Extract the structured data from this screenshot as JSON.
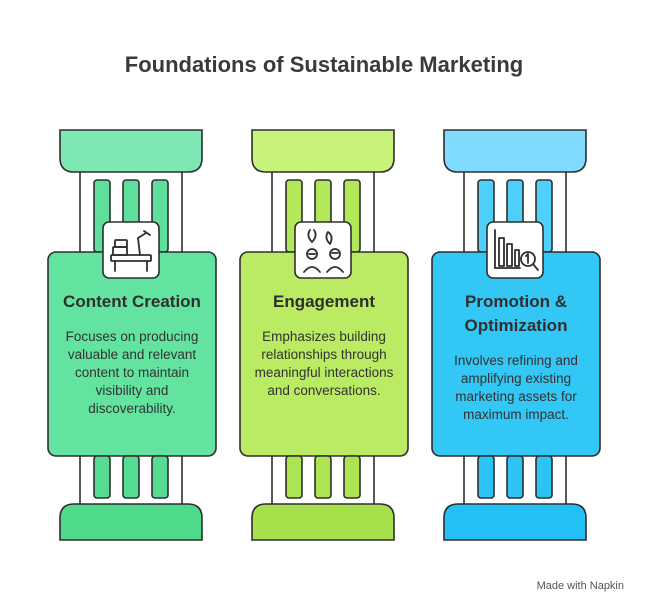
{
  "title": "Foundations of Sustainable Marketing",
  "pillars": [
    {
      "title": "Content Creation",
      "description": "Focuses on producing valuable and relevant content to maintain visibility and discoverability.",
      "icon": "desk-icon",
      "colors": {
        "top": "#7de8b4",
        "mid": "#5fdf9c",
        "bottom": "#4fd98b"
      }
    },
    {
      "title": "Engagement",
      "description": "Emphasizes building relationships through meaningful interactions and conversations.",
      "icon": "people-talking-icon",
      "colors": {
        "top": "#c9f27a",
        "mid": "#b2e85a",
        "bottom": "#a6e04a"
      }
    },
    {
      "title": "Promotion & Optimization",
      "description": "Involves refining and amplifying existing marketing assets for maximum impact.",
      "icon": "chart-magnifier-icon",
      "colors": {
        "top": "#7fdcff",
        "mid": "#3ccaf8",
        "bottom": "#22c0f5"
      }
    }
  ],
  "footer": "Made with Napkin"
}
